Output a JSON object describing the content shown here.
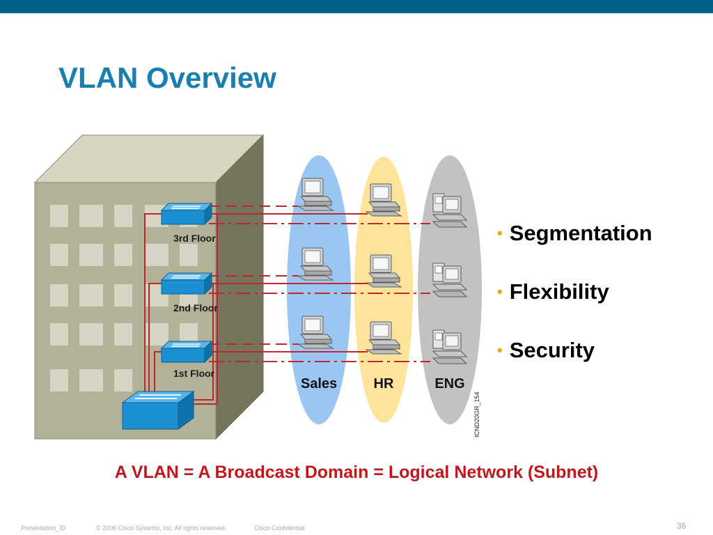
{
  "slide": {
    "title": "VLAN Overview",
    "caption": "A VLAN = A Broadcast Domain = Logical Network (Subnet)",
    "bullets": [
      {
        "text": "Segmentation"
      },
      {
        "text": "Flexibility"
      },
      {
        "text": "Security"
      }
    ]
  },
  "diagram": {
    "floors": [
      {
        "label": "3rd Floor"
      },
      {
        "label": "2nd Floor"
      },
      {
        "label": "1st Floor"
      }
    ],
    "groups": [
      {
        "label": "Sales",
        "color": "#99c7f2"
      },
      {
        "label": "HR",
        "color": "#fde49a"
      },
      {
        "label": "ENG",
        "color": "#c2c2c2"
      }
    ],
    "figure_id": "ICND20GR_154",
    "link_color": "#c0262c",
    "switch_color": "#1a8fd1"
  },
  "footer": {
    "presentation_id": "Presentation_ID",
    "copyright": "© 2006 Cisco Systems, Inc. All rights reserved.",
    "confidential": "Cisco Confidential",
    "page_number": "36"
  },
  "colors": {
    "topbar": "#00628a",
    "title": "#1a7fb0",
    "bullet_dot": "#f0a500",
    "caption": "#c0161c"
  }
}
